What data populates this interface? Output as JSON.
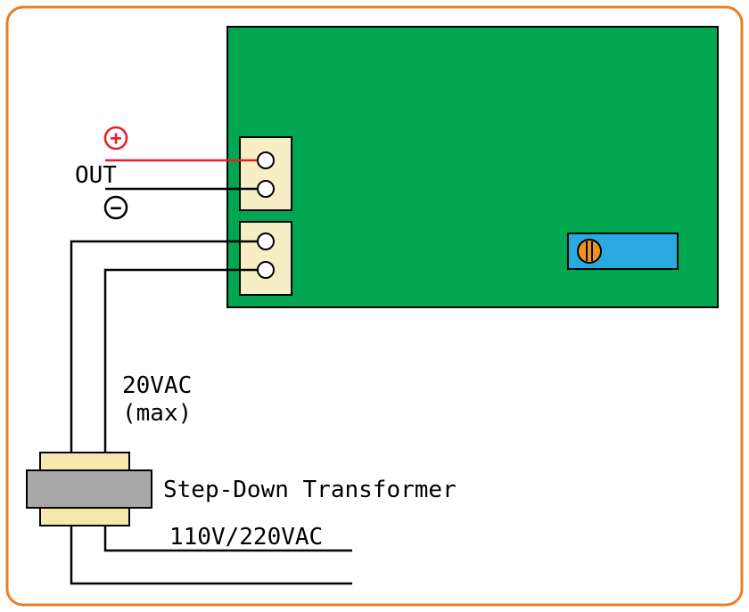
{
  "diagram": {
    "labels": {
      "plus": "+",
      "out": "OUT",
      "minus": "−",
      "secondary_voltage": "20VAC",
      "secondary_note": "(max)",
      "transformer_name": "Step-Down Transformer",
      "primary_voltage": "110V/220VAC"
    },
    "colors": {
      "frame_orange": "#ed7d23",
      "board_green": "#00a650",
      "terminal_cream": "#f8eec5",
      "trimmer_blue": "#2aa9e0",
      "screw_orange": "#f0921e",
      "core_gray": "#a8a8a8",
      "winding_cream": "#f6e8ad",
      "wire_red": "#ec1c24",
      "wire_black": "#000000"
    }
  }
}
